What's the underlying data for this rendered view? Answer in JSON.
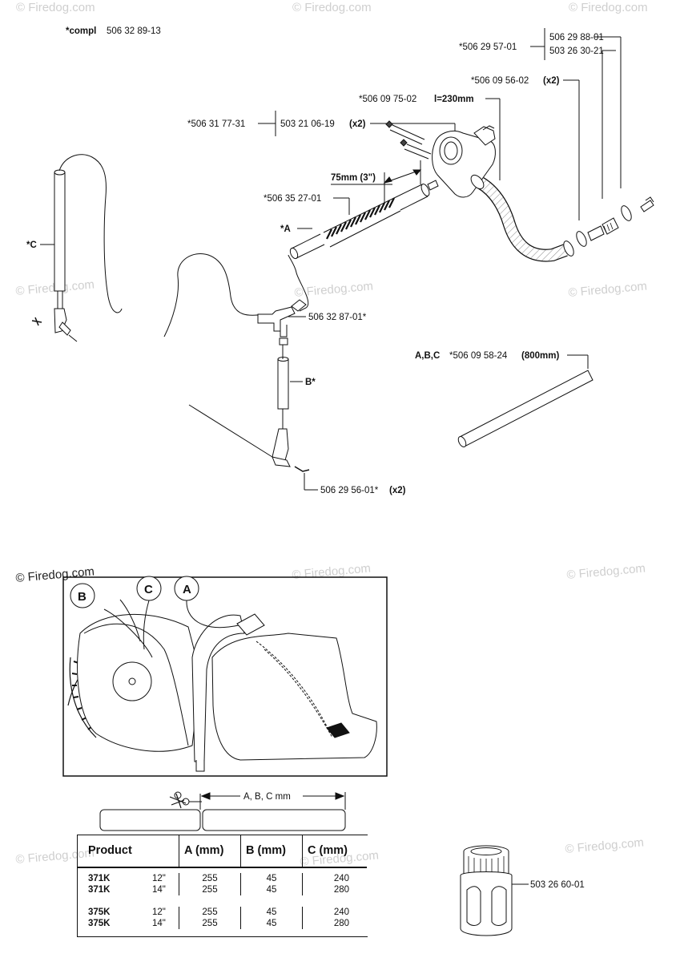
{
  "watermark": "© Firedog.com",
  "labels": {
    "compl": "506 32 89-13",
    "compl_prefix": "*compl",
    "p50629571": "*506 29 57-01",
    "p50629881": "506 29 88-01",
    "p50326302": "503 26 30-21",
    "p50609562": "*506 09 56-02",
    "p50609562_qty": "(x2)",
    "p50609750": "*506 09 75-02",
    "p50609750_len": "l=230mm",
    "p50631773": "*506 31 77-31",
    "p50321061": "503 21 06-19",
    "p50321061_qty": "(x2)",
    "dim75": "75mm (3\")",
    "p50635270": "*506 35 27-01",
    "a_label": "*A",
    "c_label": "*C",
    "b_label": "B*",
    "p50632870": "506 32 87-01*",
    "abc_prefix": "A,B,C",
    "p50609582": "*506 09 58-24",
    "p50609582_len": "(800mm)",
    "p50629561": "506 29 56-01*",
    "p50629561_qty": "(x2)",
    "abc_mm": "A, B, C mm",
    "p50326601": "503 26 60-01"
  },
  "callouts": [
    "B",
    "C",
    "A"
  ],
  "table": {
    "headers": [
      "Product",
      "A (mm)",
      "B (mm)",
      "C (mm)"
    ],
    "rows": [
      {
        "product": "371K",
        "size": "12\"",
        "a": "255",
        "b": "45",
        "c": "240"
      },
      {
        "product": "371K",
        "size": "14\"",
        "a": "255",
        "b": "45",
        "c": "280"
      },
      {
        "product": "375K",
        "size": "12\"",
        "a": "255",
        "b": "45",
        "c": "240"
      },
      {
        "product": "375K",
        "size": "14\"",
        "a": "255",
        "b": "45",
        "c": "280"
      }
    ]
  }
}
